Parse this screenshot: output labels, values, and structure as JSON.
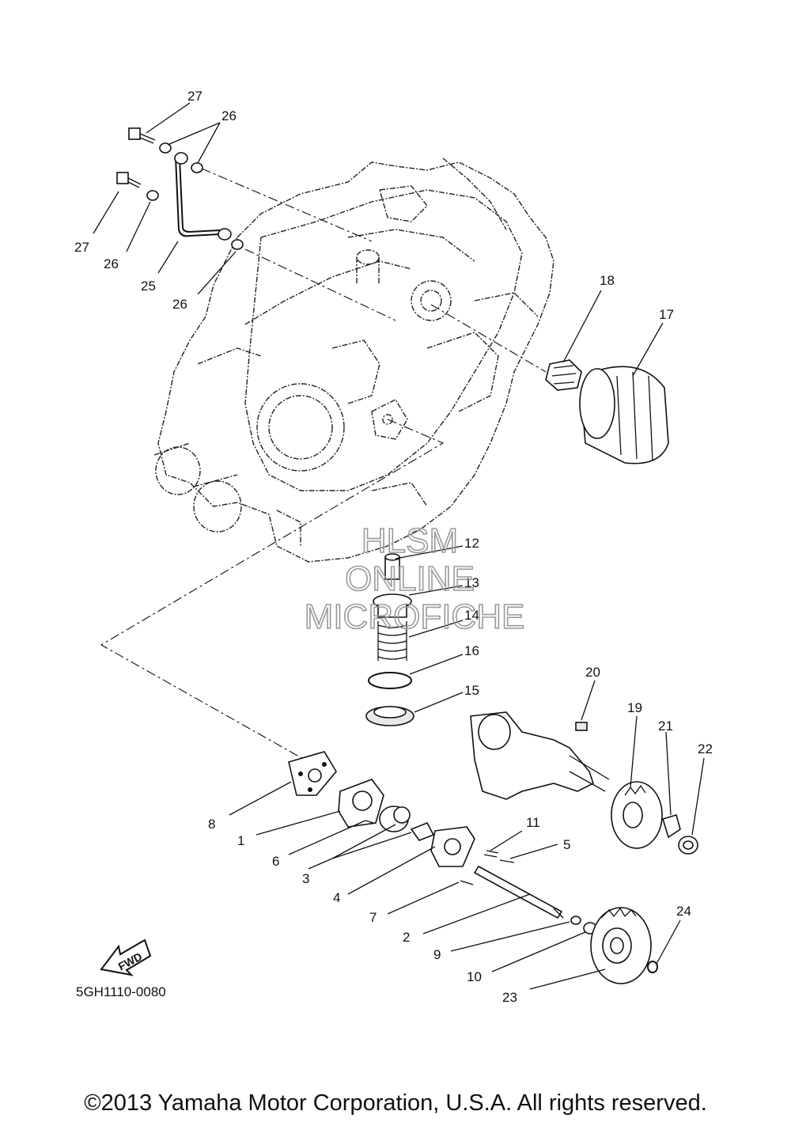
{
  "diagram": {
    "labels": {
      "p1": "1",
      "p2": "2",
      "p3": "3",
      "p4": "4",
      "p5": "5",
      "p6": "6",
      "p7": "7",
      "p8": "8",
      "p9": "9",
      "p10": "10",
      "p11": "11",
      "p12": "12",
      "p13": "13",
      "p14": "14",
      "p15": "15",
      "p16": "16",
      "p17": "17",
      "p18": "18",
      "p19": "19",
      "p20": "20",
      "p21": "21",
      "p22": "22",
      "p23": "23",
      "p24": "24",
      "p25": "25",
      "p26a": "26",
      "p26b": "26",
      "p26c": "26",
      "p27a": "27",
      "p27b": "27"
    },
    "fwd_label": "FWD",
    "diagram_code": "5GH1110-0080",
    "watermark": [
      "HLSM",
      "ONLINE",
      "MICROFICHE"
    ]
  },
  "footer": {
    "copyright": "©2013 Yamaha Motor Corporation, U.S.A. All rights reserved."
  },
  "colors": {
    "line": "#111111",
    "watermark": "#9a9a9a",
    "background": "#ffffff"
  }
}
